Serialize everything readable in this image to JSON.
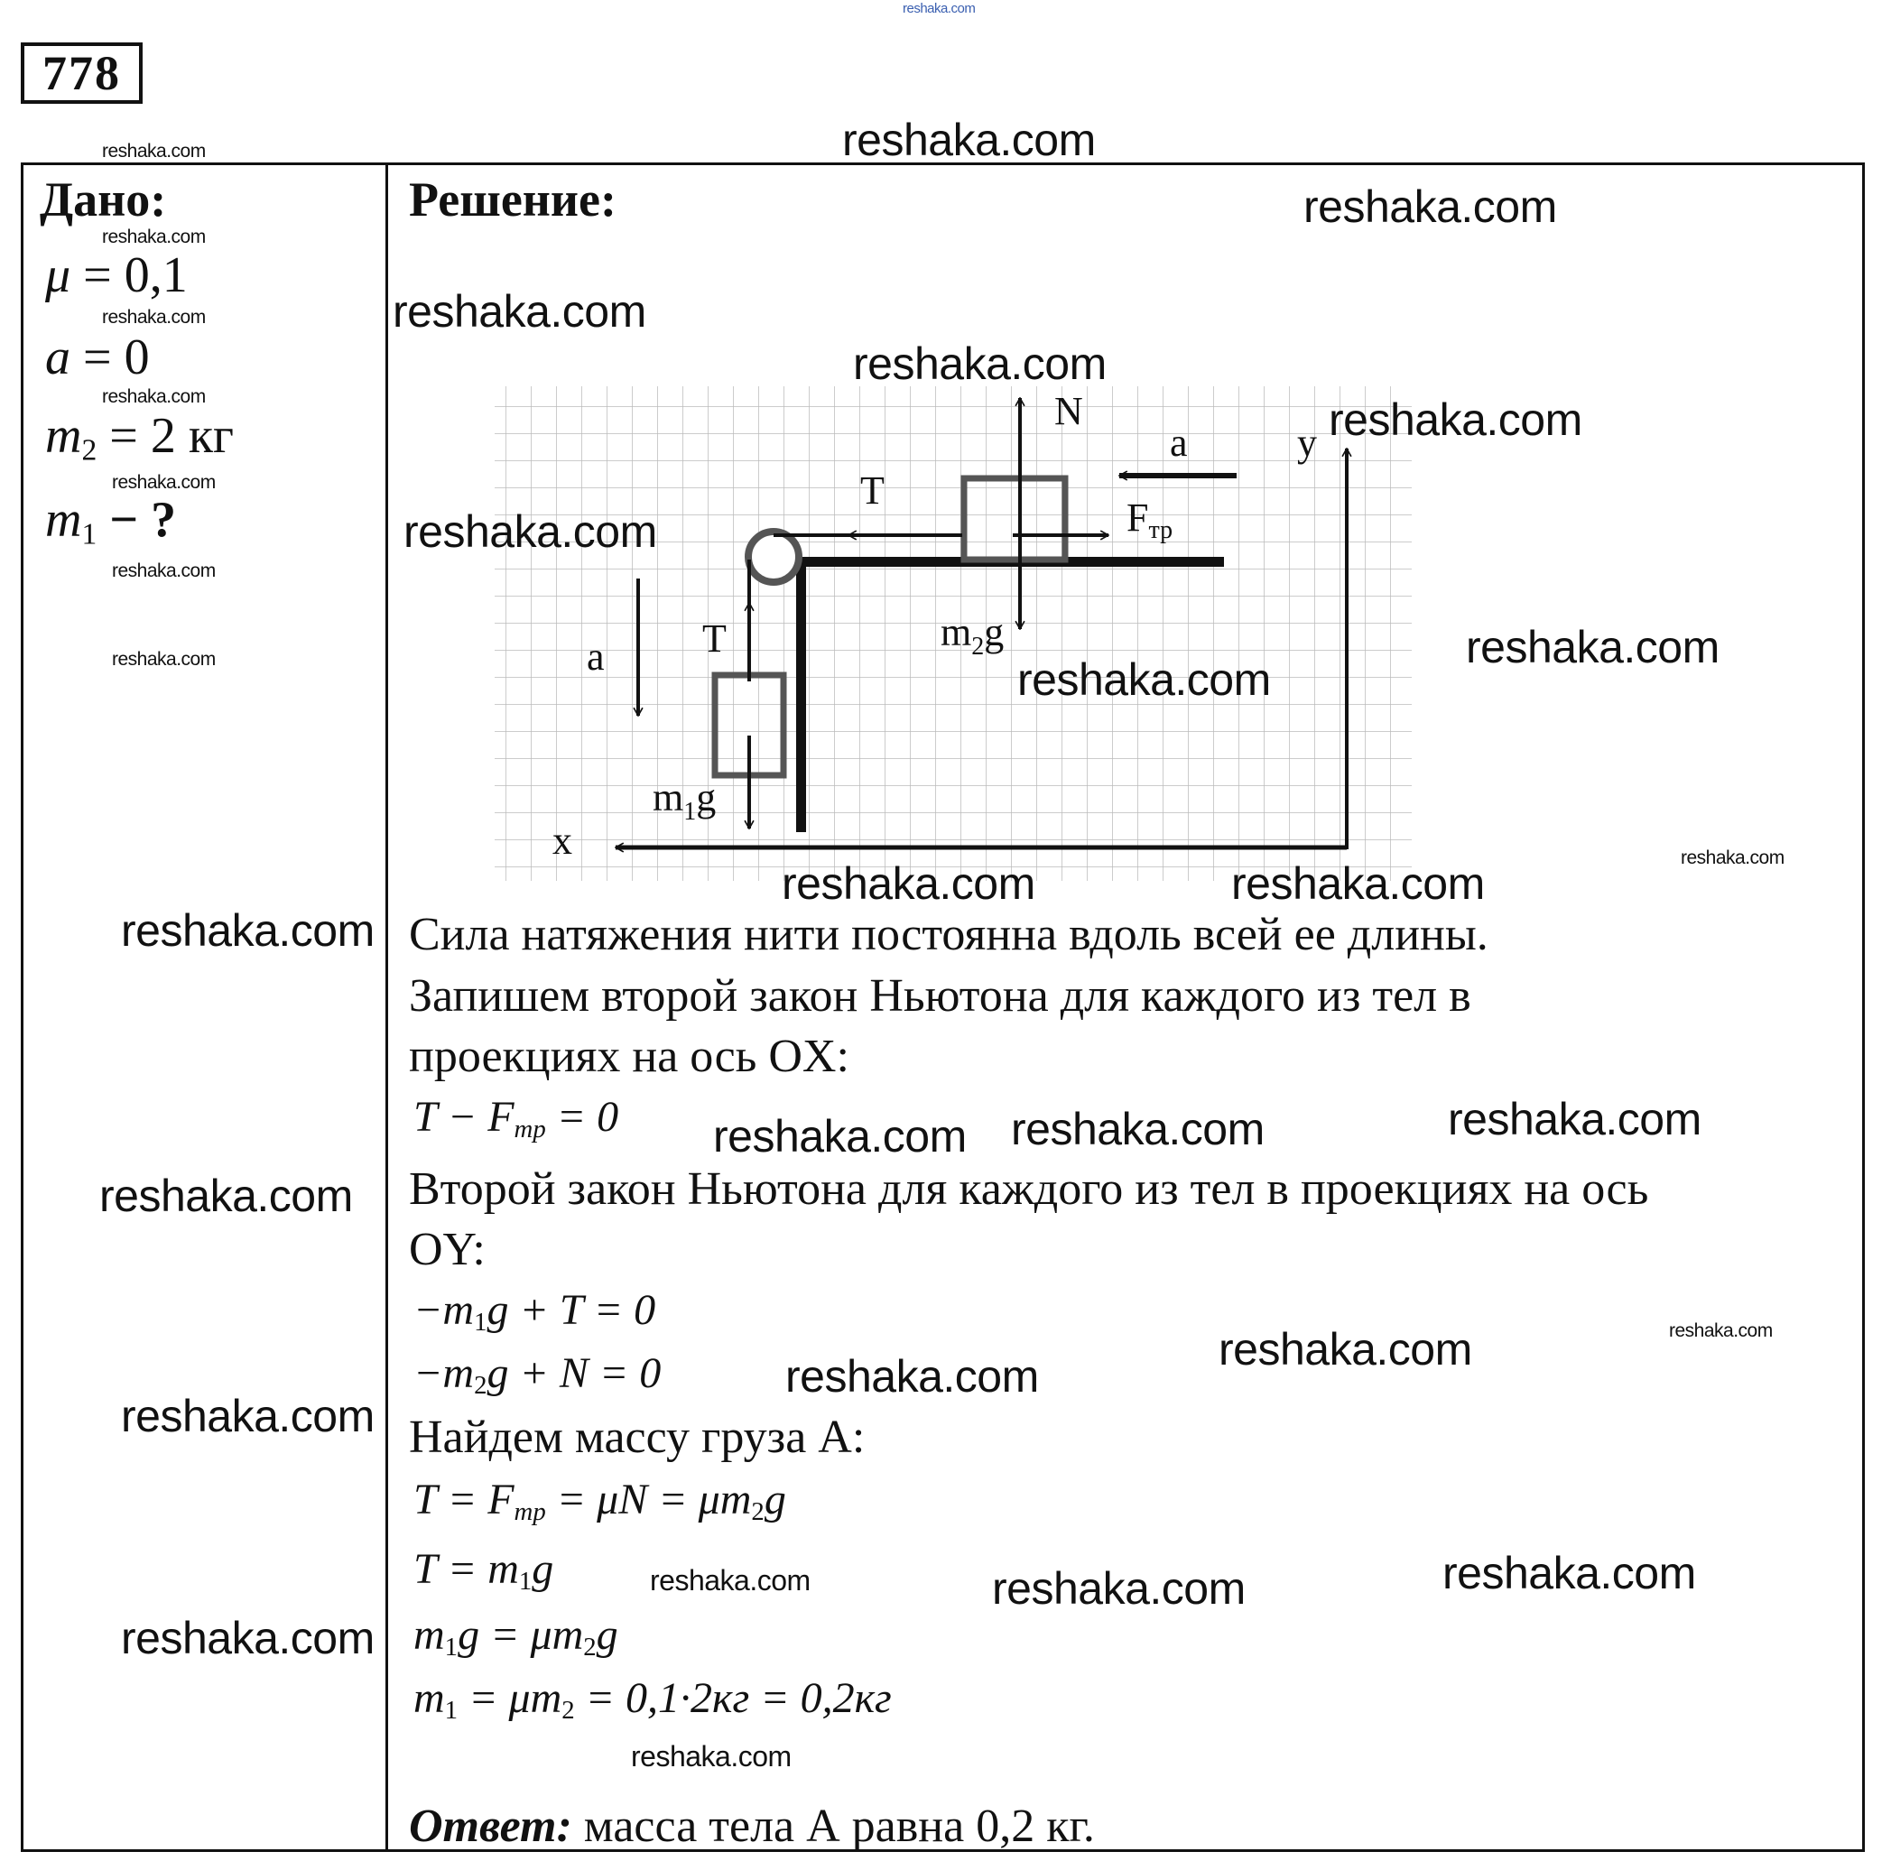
{
  "problem_number": "778",
  "given": {
    "heading": "Дано:",
    "mu": {
      "sym": "μ",
      "val": " = 0,1"
    },
    "a": {
      "sym": "a",
      "val": " = 0"
    },
    "m2": {
      "sym": "m",
      "sub": "2",
      "val": " = 2 кг"
    },
    "m1": {
      "sym": "m",
      "sub": "1",
      "val": " − ?"
    }
  },
  "solution": {
    "heading": "Решение:",
    "p1": "Сила натяжения нити постоянна вдоль всей ее длины.",
    "p2": "Запишем второй закон Ньютона для каждого из тел в",
    "p3": "проекциях на ось OX:",
    "eq1": [
      "T − F",
      "тр",
      " = 0"
    ],
    "p4": "Второй закон Ньютона для каждого из тел в проекциях на ось",
    "p5": "OY:",
    "eq2": [
      "−m",
      "1",
      "g + T = 0"
    ],
    "eq3": [
      "−m",
      "2",
      "g + N = 0"
    ],
    "p6": "Найдем массу груза А:",
    "eq4": [
      "T = F",
      "тр",
      " = μN = μm",
      "2",
      "g"
    ],
    "eq5": [
      "T = m",
      "1",
      "g"
    ],
    "eq6": [
      "m",
      "1",
      "g = μm",
      "2",
      "g"
    ],
    "eq7": [
      "m",
      "1",
      " = μm",
      "2",
      " = 0,1·2кг = 0,2кг"
    ],
    "answer_label": "Ответ:",
    "answer_text": " масса тела А равна 0,2 кг."
  },
  "diagram": {
    "label_N": "N",
    "label_a_top": "a",
    "label_y": "y",
    "label_T_top": "T",
    "label_F": "F",
    "label_F_sub": "тр",
    "label_m2g": "m",
    "label_m2g_sub": "2",
    "label_m2g_g": "g",
    "label_a_left": "a",
    "label_T_left": "T",
    "label_m1g": "m",
    "label_m1g_sub": "1",
    "label_m1g_g": "g",
    "label_x": "x"
  },
  "watermark": "reshaka.com"
}
